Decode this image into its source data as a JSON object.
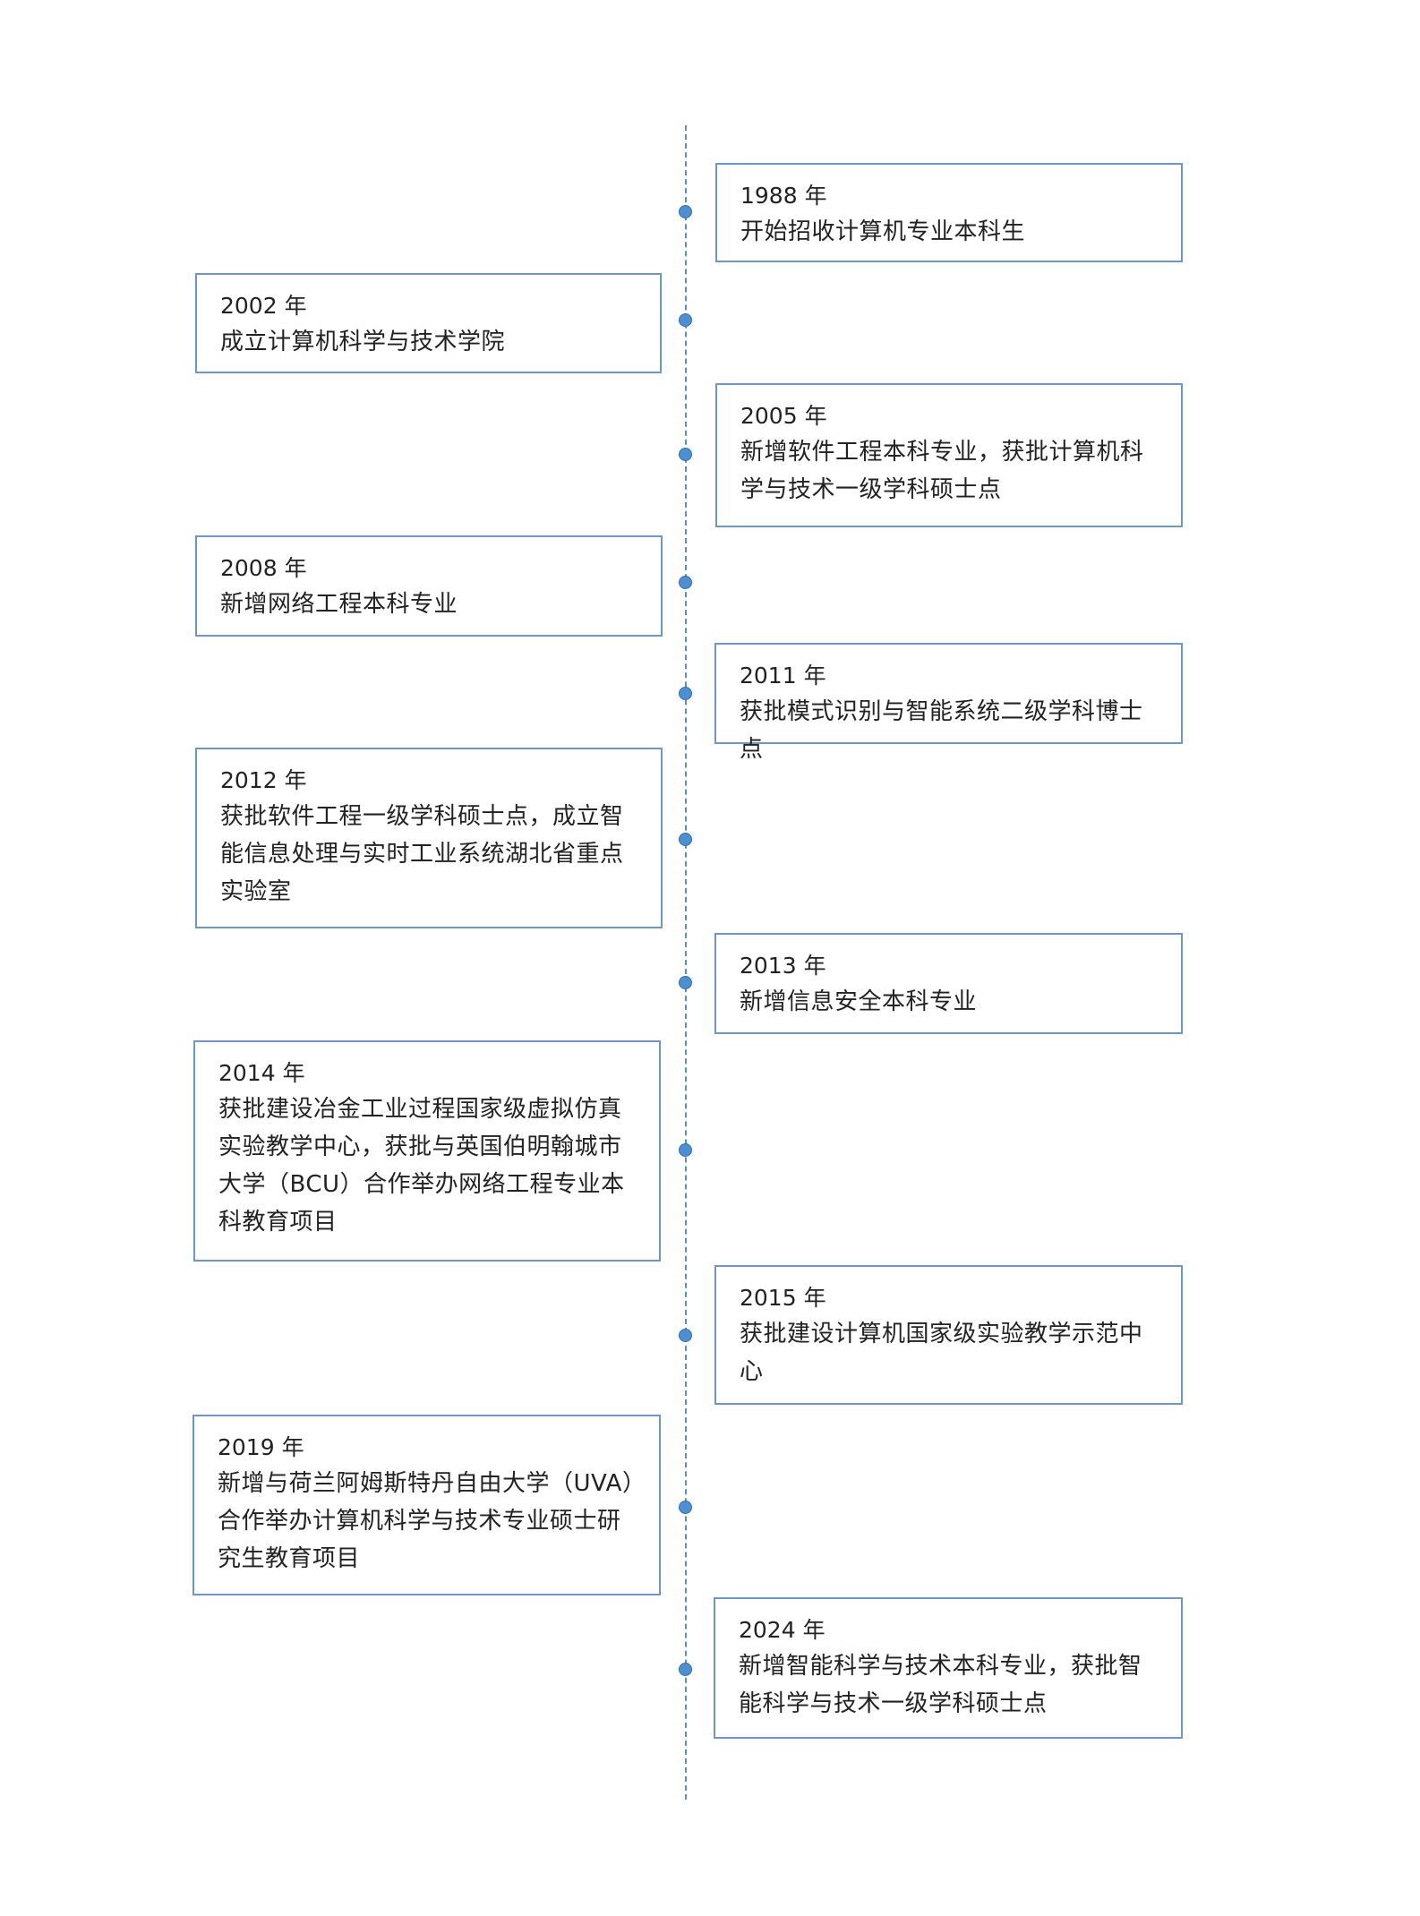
{
  "timeline": {
    "events": [
      {
        "year": "1988 年",
        "text": "开始招收计算机专业本科生",
        "side": "right"
      },
      {
        "year": "2002 年",
        "text": "成立计算机科学与技术学院",
        "side": "left"
      },
      {
        "year": "2005 年",
        "text": "新增软件工程本科专业，获批计算机科学与技术一级学科硕士点",
        "side": "right"
      },
      {
        "year": "2008 年",
        "text": "新增网络工程本科专业",
        "side": "left"
      },
      {
        "year": "2011 年",
        "text": "获批模式识别与智能系统二级学科博士点",
        "side": "right"
      },
      {
        "year": "2012 年",
        "text": "获批软件工程一级学科硕士点，成立智能信息处理与实时工业系统湖北省重点实验室",
        "side": "left"
      },
      {
        "year": "2013 年",
        "text": "新增信息安全本科专业",
        "side": "right"
      },
      {
        "year": "2014 年",
        "text": "获批建设冶金工业过程国家级虚拟仿真实验教学中心，获批与英国伯明翰城市大学（BCU）合作举办网络工程专业本科教育项目",
        "side": "left"
      },
      {
        "year": "2015 年",
        "text": "获批建设计算机国家级实验教学示范中心",
        "side": "right"
      },
      {
        "year": "2019 年",
        "text": "新增与荷兰阿姆斯特丹自由大学（UVA）合作举办计算机科学与技术专业硕士研究生教育项目",
        "side": "left"
      },
      {
        "year": "2024 年",
        "text": "新增智能科学与技术本科专业，获批智能科学与技术一级学科硕士点",
        "side": "right"
      }
    ]
  }
}
